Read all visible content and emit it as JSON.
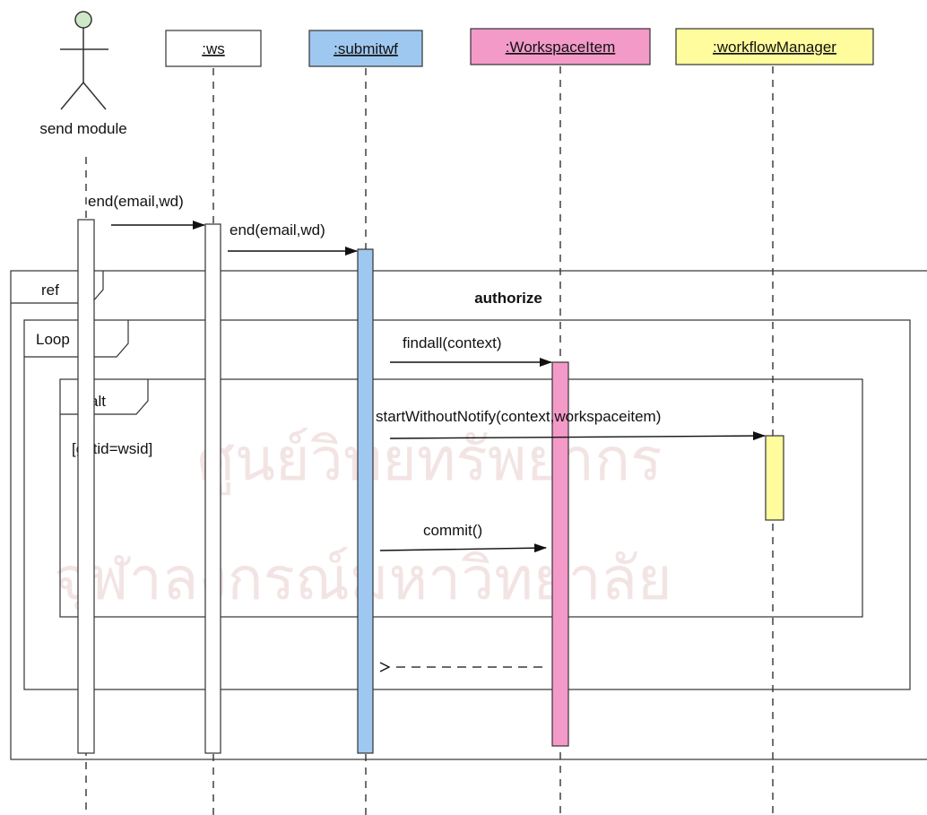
{
  "actor": {
    "label": "send module",
    "label_color": "#4472c4",
    "head_fill": "#cfe8c8"
  },
  "lifelines": [
    {
      "id": "ws",
      "label": ":ws",
      "fill": "#ffffff"
    },
    {
      "id": "submitwf",
      "label": ":submitwf",
      "fill": "#9ec8f0"
    },
    {
      "id": "workspaceitem",
      "label": ":WorkspaceItem",
      "fill": "#f49ac9"
    },
    {
      "id": "workflowmanager",
      "label": ":workflowManager",
      "fill": "#fefc9c"
    }
  ],
  "messages": [
    {
      "from": "send-module",
      "to": "ws",
      "label": "end(email,wd)",
      "kind": "sync"
    },
    {
      "from": "ws",
      "to": "submitwf",
      "label": "end(email,wd)",
      "kind": "sync"
    },
    {
      "from": "submitwf",
      "to": "workspaceitem",
      "label": "findall(context)",
      "kind": "sync"
    },
    {
      "from": "submitwf",
      "to": "workflowmanager",
      "label": "startWithoutNotify(context,workspaceitem)",
      "kind": "sync"
    },
    {
      "from": "submitwf",
      "to": "workspaceitem",
      "label": "commit()",
      "kind": "sync"
    },
    {
      "from": "workspaceitem",
      "to": "submitwf",
      "label": "",
      "kind": "return"
    }
  ],
  "fragments": {
    "ref": {
      "operator": "ref",
      "name": "authorize"
    },
    "loop": {
      "operator": "Loop"
    },
    "alt": {
      "operator": "alt",
      "guard": "[getid=wsid]"
    }
  },
  "watermark": {
    "line1": "ศูนย์วิทยทรัพยากร",
    "line2": "จุฬาลงกรณ์มหาวิทยาลัย"
  }
}
